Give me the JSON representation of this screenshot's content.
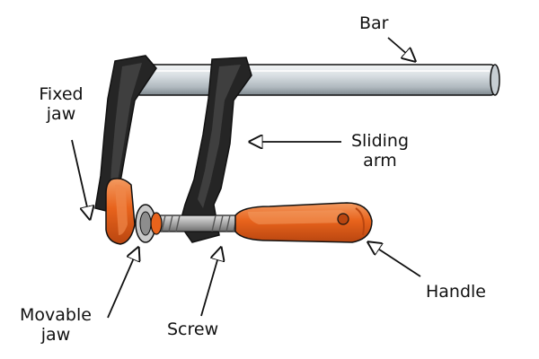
{
  "labels": {
    "bar": "Bar",
    "fixed_jaw_line1": "Fixed",
    "fixed_jaw_line2": "jaw",
    "sliding_arm_line1": "Sliding",
    "sliding_arm_line2": "arm",
    "movable_jaw_line1": "Movable",
    "movable_jaw_line2": "jaw",
    "screw": "Screw",
    "handle": "Handle"
  },
  "colors": {
    "bar_light": "#e6ebee",
    "bar_mid": "#b7c0c6",
    "bar_dark": "#7d878d",
    "frame": "#252525",
    "frame_highlight": "#454545",
    "orange": "#e8631c",
    "orange_light": "#f0884a",
    "orange_dark": "#b94610",
    "screw": "#a8a8a8",
    "outline": "#111111"
  }
}
